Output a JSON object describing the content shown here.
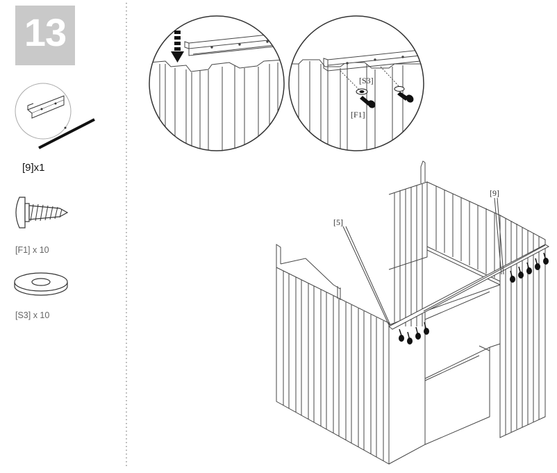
{
  "step": {
    "number": "13"
  },
  "parts": [
    {
      "label": "[9]x1"
    },
    {
      "label": "[F1] x 10"
    },
    {
      "label": "[S3] x 10"
    }
  ],
  "callouts": {
    "detail_washer": "[S3]",
    "detail_screw": "[F1]",
    "main_rail": "[9]",
    "main_panel": "[5]"
  },
  "colors": {
    "badge": "#c9c9c9",
    "line": "#444444",
    "background": "#ffffff"
  }
}
